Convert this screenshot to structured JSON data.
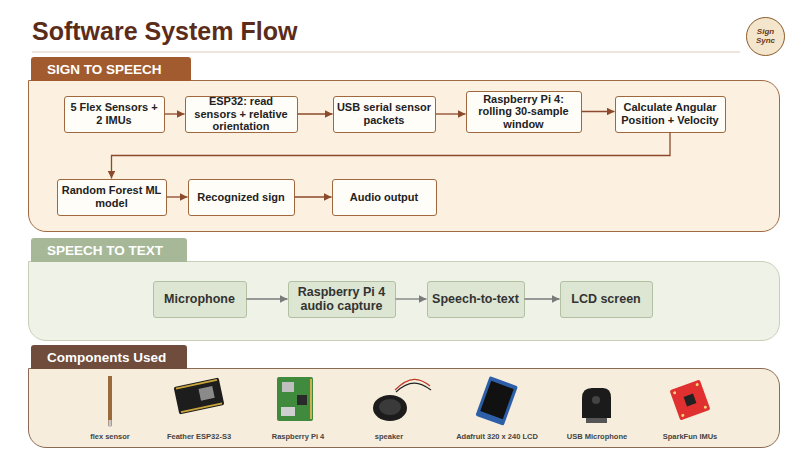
{
  "diagram": {
    "title": "Software System Flow",
    "nodes": [
      {
        "text": [
          "Sign Sync"
        ]
      },
      {
        "text": [
          "SIGN TO SPEECH"
        ]
      },
      {
        "text": [
          "5 Flex Sensors + 2 IMUs"
        ],
        "in": 1
      },
      {
        "text": [
          "ESP32: read sensors + relative orientation"
        ],
        "in": 1
      },
      {
        "text": [
          "USB serial sensor packets"
        ],
        "in": 1
      },
      {
        "text": [
          "Raspberry Pi 4: rolling 30-sample window"
        ],
        "in": 1
      },
      {
        "text": [
          "Calculate Angular Position + Velocity"
        ],
        "in": 1
      },
      {
        "text": [
          "Random Forest ML model"
        ],
        "in": 1
      },
      {
        "text": [
          "Recognized sign"
        ],
        "in": 1
      },
      {
        "text": [
          "Audio output"
        ],
        "in": 1
      },
      {
        "text": [
          "SPEECH TO TEXT"
        ]
      },
      {
        "text": [
          "Microphone"
        ],
        "in": 10
      },
      {
        "text": [
          "Raspberry Pi 4 audio capture"
        ],
        "in": 10
      },
      {
        "text": [
          "Speech-to-text"
        ],
        "in": 10
      },
      {
        "text": [
          "LCD screen"
        ],
        "in": 10
      },
      {
        "text": [
          "Components Used"
        ]
      }
    ],
    "edges": [
      {
        "from": 2,
        "to": 3,
        "arrow": "to"
      },
      {
        "from": 3,
        "to": 4,
        "arrow": "to"
      },
      {
        "from": 4,
        "to": 5,
        "arrow": "to"
      },
      {
        "from": 5,
        "to": 6,
        "arrow": "to"
      },
      {
        "from": 6,
        "to": 7,
        "arrow": "to"
      },
      {
        "from": 7,
        "to": 8,
        "arrow": "to"
      },
      {
        "from": 8,
        "to": 9,
        "arrow": "to"
      },
      {
        "from": 11,
        "to": 12,
        "arrow": "to"
      },
      {
        "from": 12,
        "to": 13,
        "arrow": "to"
      },
      {
        "from": 13,
        "to": 14,
        "arrow": "to"
      }
    ],
    "labels": [
      "flex sensor",
      "Feather ESP32-S3",
      "Raspberry Pi 4",
      "speaker",
      "Adafruit 320 x 240 LCD",
      "USB Microphone",
      "SparkFun IMUs"
    ]
  }
}
